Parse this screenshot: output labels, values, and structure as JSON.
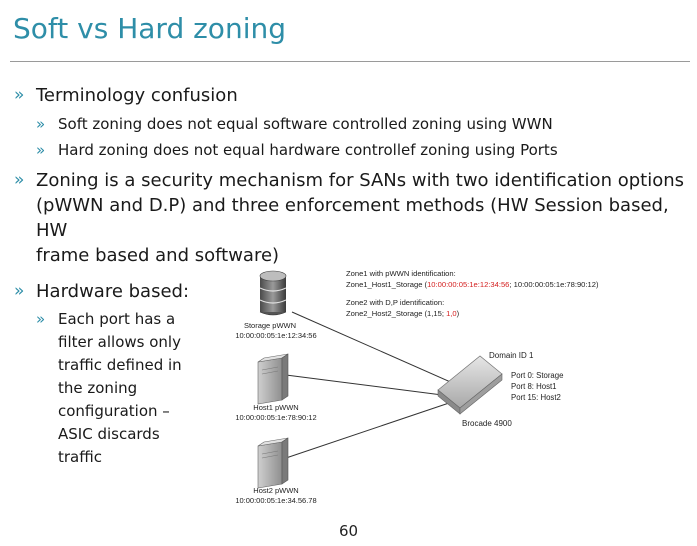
{
  "title": "Soft vs Hard zoning",
  "bullets": {
    "b1": "Terminology confusion",
    "b1a": "Soft zoning does not equal software controlled zoning using WWN",
    "b1b": "Hard zoning does not equal hardware controllef zoning using Ports",
    "b2": "Zoning is a security mechanism for SANs with two identification options\n(pWWN and D.P) and three enforcement methods (HW Session based, HW\nframe based and software)",
    "b3": "Hardware based:",
    "b3a": "Each port has a\nfilter allows only\ntraffic defined in\nthe zoning\nconfiguration –\nASIC discards\ntraffic"
  },
  "chevron": "»",
  "diagram": {
    "zone1_heading": "Zone1 with pWWN identification:",
    "zone1_prefix": "Zone1_Host1_Storage (",
    "zone1_red": "10:00:00:05:1e:12:34:56",
    "zone1_suffix": "; 10:00:00:05:1e:78:90:12)",
    "zone2_heading": "Zone2 with D,P identification:",
    "zone2_prefix": "Zone2_Host2_Storage (1,15; ",
    "zone2_red": "1,0",
    "zone2_suffix": ")",
    "storage_label": "Storage pWWN",
    "storage_wwn": "10:00:00:05:1e:12:34:56",
    "host1_label": "Host1 pWWN",
    "host1_wwn": "10:00:00:05:1e:78:90:12",
    "host2_label": "Host2 pWWN",
    "host2_wwn": "10:00:00:05:1e:34.56.78",
    "domain_label": "Domain ID 1",
    "port0": "Port 0: Storage",
    "port8": "Port 8: Host1",
    "port15": "Port 15: Host2",
    "switch_label": "Brocade 4900",
    "highlight_color": "#d42020"
  },
  "page_number": "60"
}
